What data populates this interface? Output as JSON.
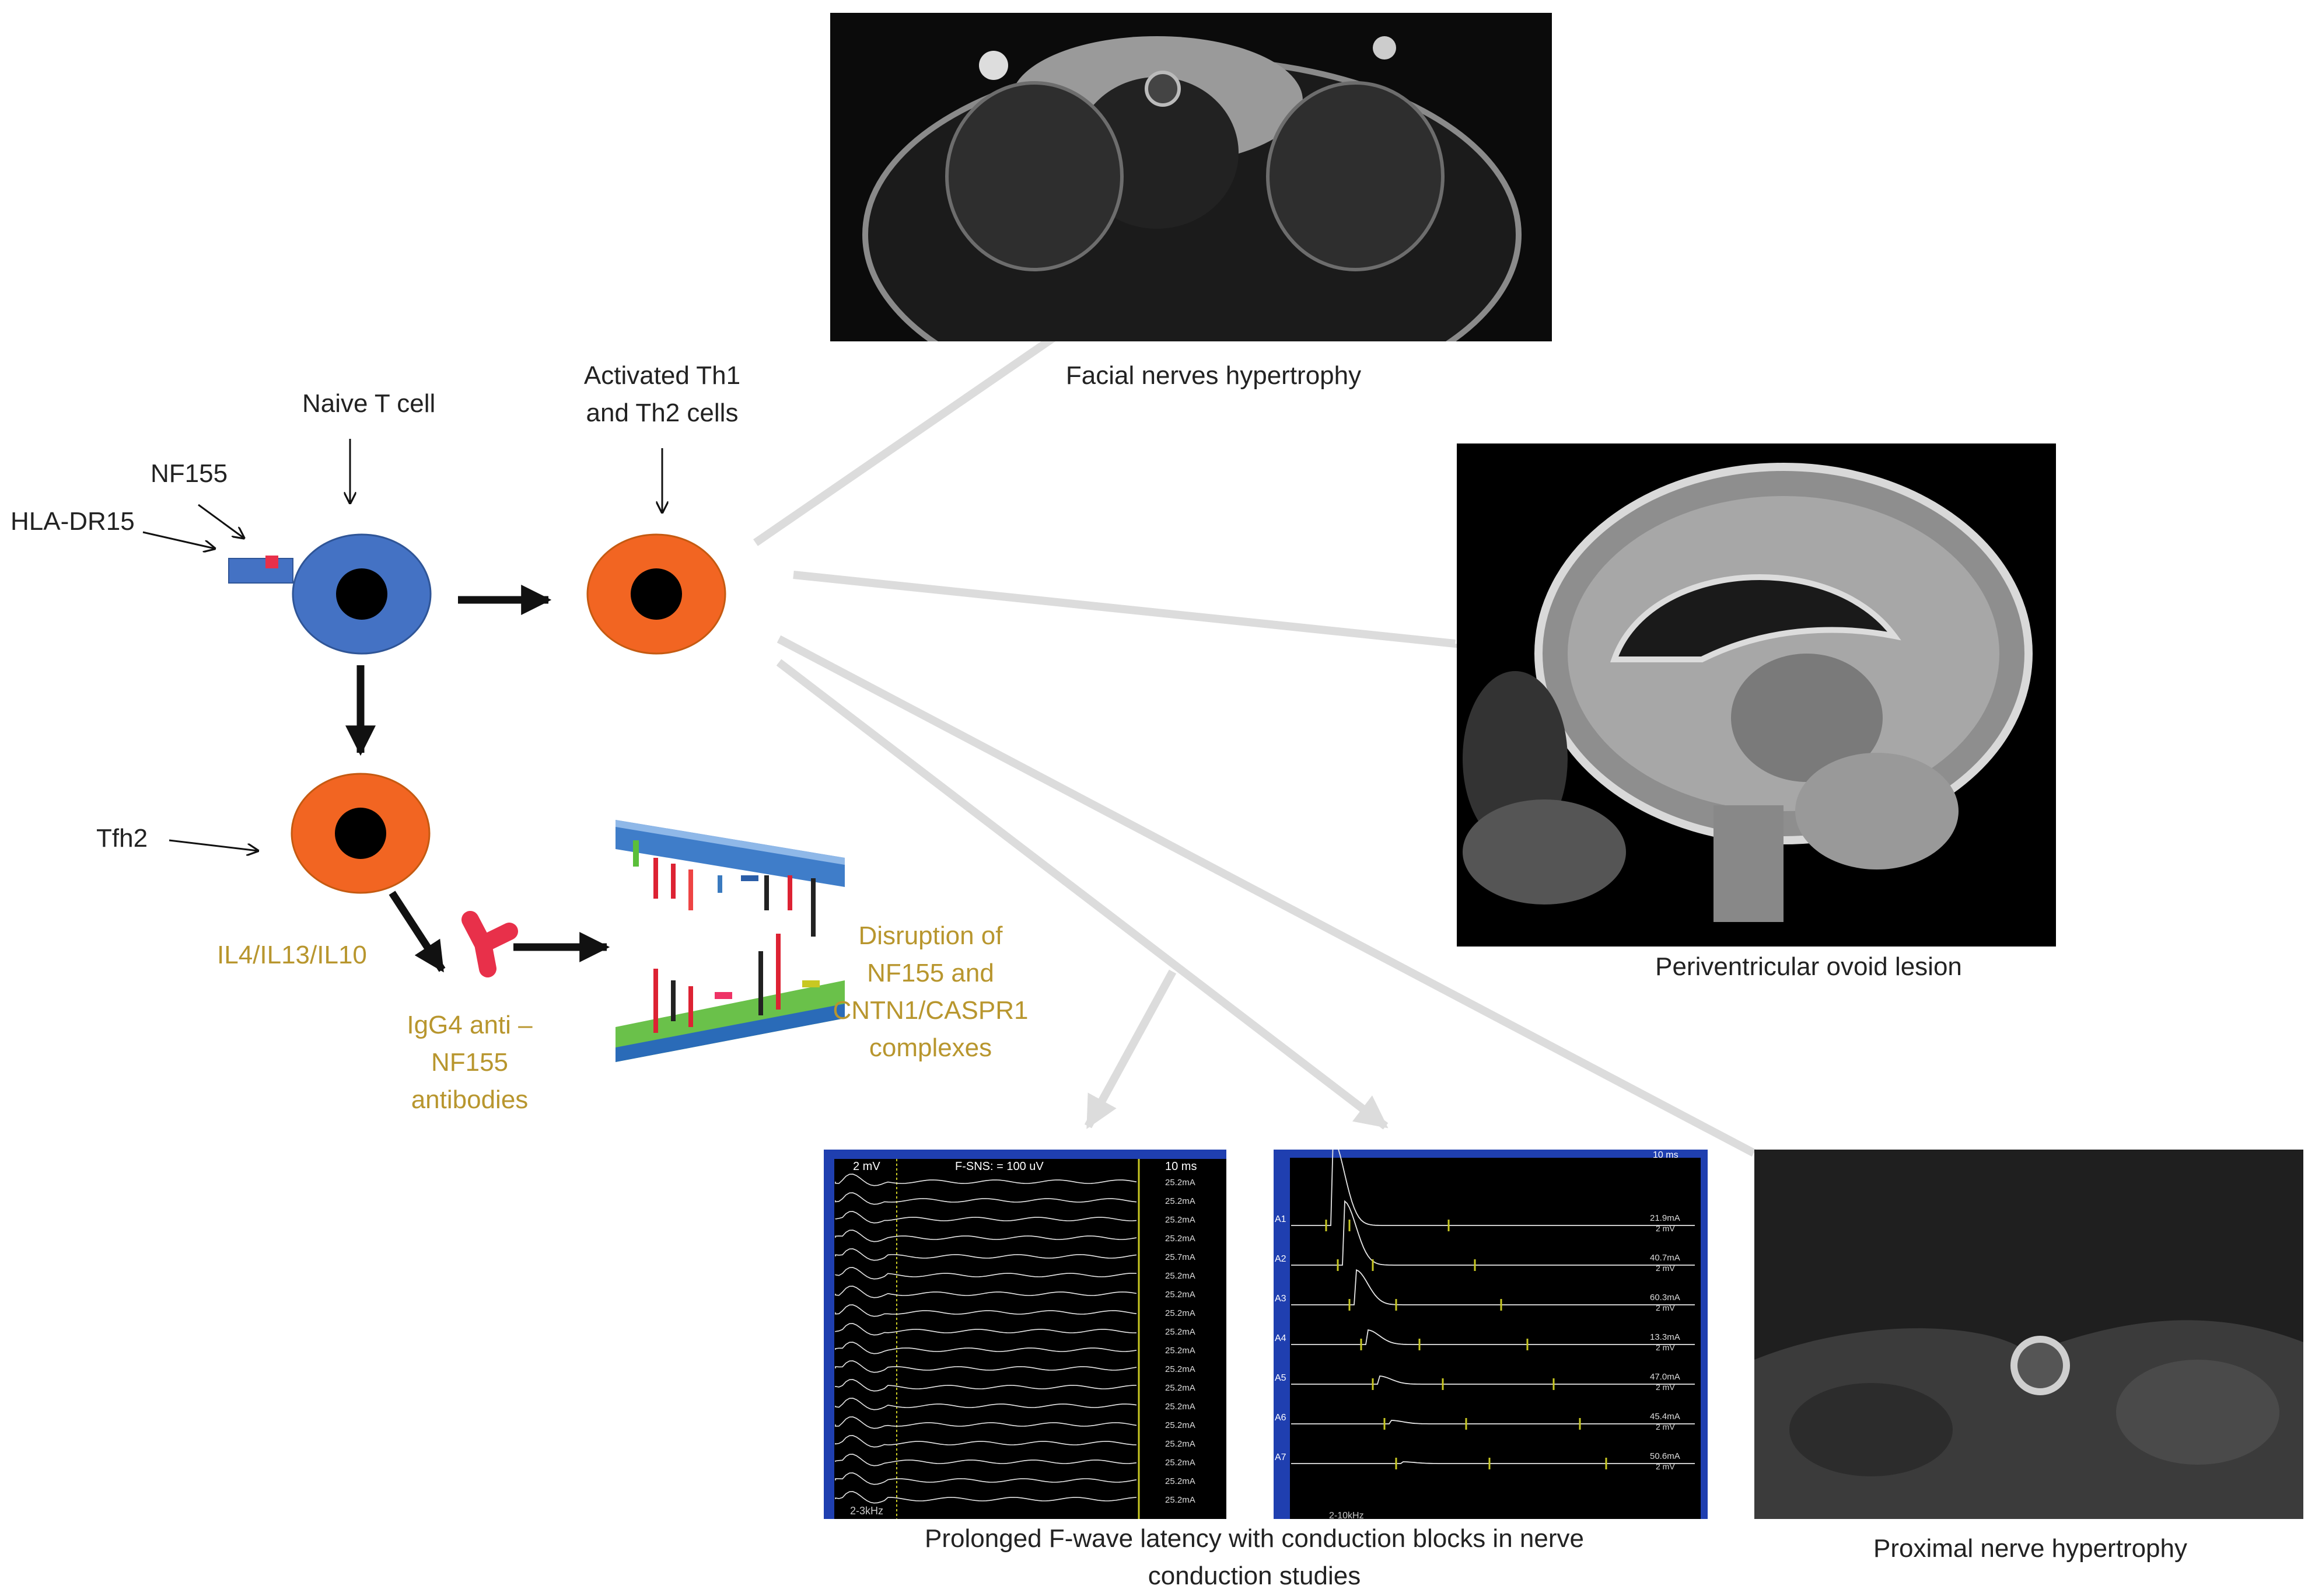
{
  "labels": {
    "naive_t_cell": "Naive T cell",
    "nf155": "NF155",
    "hla_dr15": "HLA-DR15",
    "activated_line1": "Activated Th1",
    "activated_line2": "and Th2 cells",
    "tfh2": "Tfh2",
    "interleukins": "IL4/IL13/IL10",
    "igg4_line1": "IgG4 anti –",
    "igg4_line2": "NF155",
    "igg4_line3": "antibodies",
    "disruption_line1": "Disruption of",
    "disruption_line2": "NF155 and",
    "disruption_line3": "CNTN1/CASPR1",
    "disruption_line4": "complexes"
  },
  "captions": {
    "facial": "Facial nerves hypertrophy",
    "periventricular": "Periventricular ovoid lesion",
    "fwave_line1": "Prolonged F-wave latency with conduction blocks in nerve",
    "fwave_line2": "conduction studies",
    "proximal": "Proximal nerve hypertrophy"
  },
  "nerve_panel_left": {
    "scale": "2 mV",
    "fwave_setting": "F-SNS: = 100 uV",
    "time": "10 ms",
    "filter": "2-3kHz",
    "stim_values": [
      "25.2mA",
      "25.2mA",
      "25.2mA",
      "25.2mA",
      "25.7mA",
      "25.2mA",
      "25.2mA",
      "25.2mA",
      "25.2mA",
      "25.2mA",
      "25.2mA",
      "25.2mA",
      "25.2mA",
      "25.2mA",
      "25.2mA",
      "25.2mA",
      "25.2mA",
      "25.2mA"
    ]
  },
  "nerve_panel_right": {
    "time": "10 ms",
    "filter": "2-10kHz",
    "rows": [
      {
        "site": "A1",
        "stim": "21.9mA",
        "gain": "2 mV"
      },
      {
        "site": "A2",
        "stim": "40.7mA",
        "gain": "2 mV"
      },
      {
        "site": "A3",
        "stim": "60.3mA",
        "gain": "2 mV"
      },
      {
        "site": "A4",
        "stim": "13.3mA",
        "gain": "2 mV"
      },
      {
        "site": "A5",
        "stim": "47.0mA",
        "gain": "2 mV"
      },
      {
        "site": "A6",
        "stim": "45.4mA",
        "gain": "2 mV"
      },
      {
        "site": "A7",
        "stim": "50.6mA",
        "gain": "2 mV"
      }
    ]
  },
  "colors": {
    "naive_cell": "#4472c4",
    "activated_cell": "#f26522",
    "antibody": "#e8304a",
    "highlight_text": "#b8962e",
    "pointer_line": "#dcdcdc"
  }
}
